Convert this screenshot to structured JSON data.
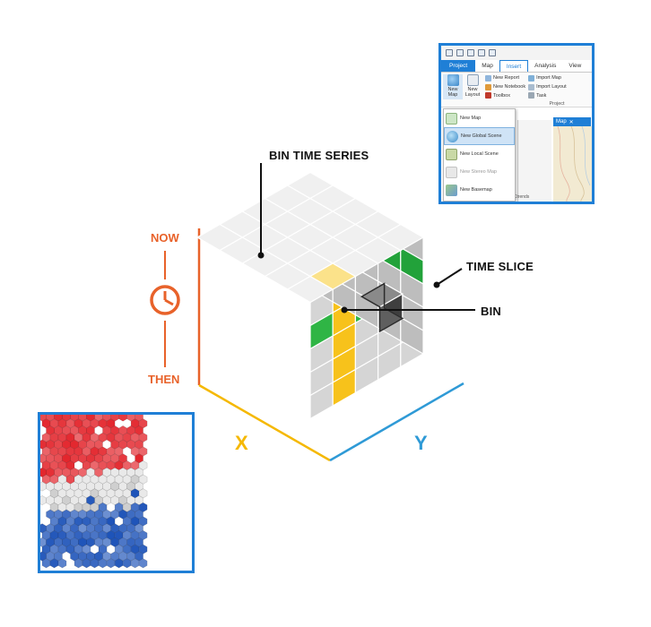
{
  "labels": {
    "bin_time_series": "BIN TIME SERIES",
    "time_slice": "TIME SLICE",
    "bin": "BIN",
    "now": "NOW",
    "then": "THEN",
    "x_axis": "X",
    "y_axis": "Y"
  },
  "colors": {
    "time_axis": "#e8622a",
    "x_axis": "#f5b800",
    "y_axis": "#2f9ad6",
    "time_slice": "#2fb545",
    "bin_time_series": "#f7c21b",
    "bin": "#6d6d6d",
    "frame_border": "#1f7fd6"
  },
  "arcgis_panel": {
    "tabs": [
      "Project",
      "Map",
      "Insert",
      "Analysis",
      "View"
    ],
    "active_tab": "Insert",
    "ribbon": {
      "new_map": "New Map",
      "new_layout": "New Layout",
      "new_report": "New Report",
      "new_notebook": "New Notebook",
      "toolbox": "Toolbox",
      "import_map": "Import Map",
      "import_layout": "Import Layout",
      "task": "Task",
      "group": "Project"
    },
    "menu_items": [
      "New Map",
      "New Global Scene",
      "New Local Scene",
      "New Stereo Map",
      "New Basemap"
    ],
    "selected_item": "New Global Scene",
    "map_tab": "Map",
    "trends_text": "dCtrends"
  },
  "hex_map": {
    "colors": [
      "#e3242b",
      "#ffffff",
      "#1c52b8"
    ]
  }
}
